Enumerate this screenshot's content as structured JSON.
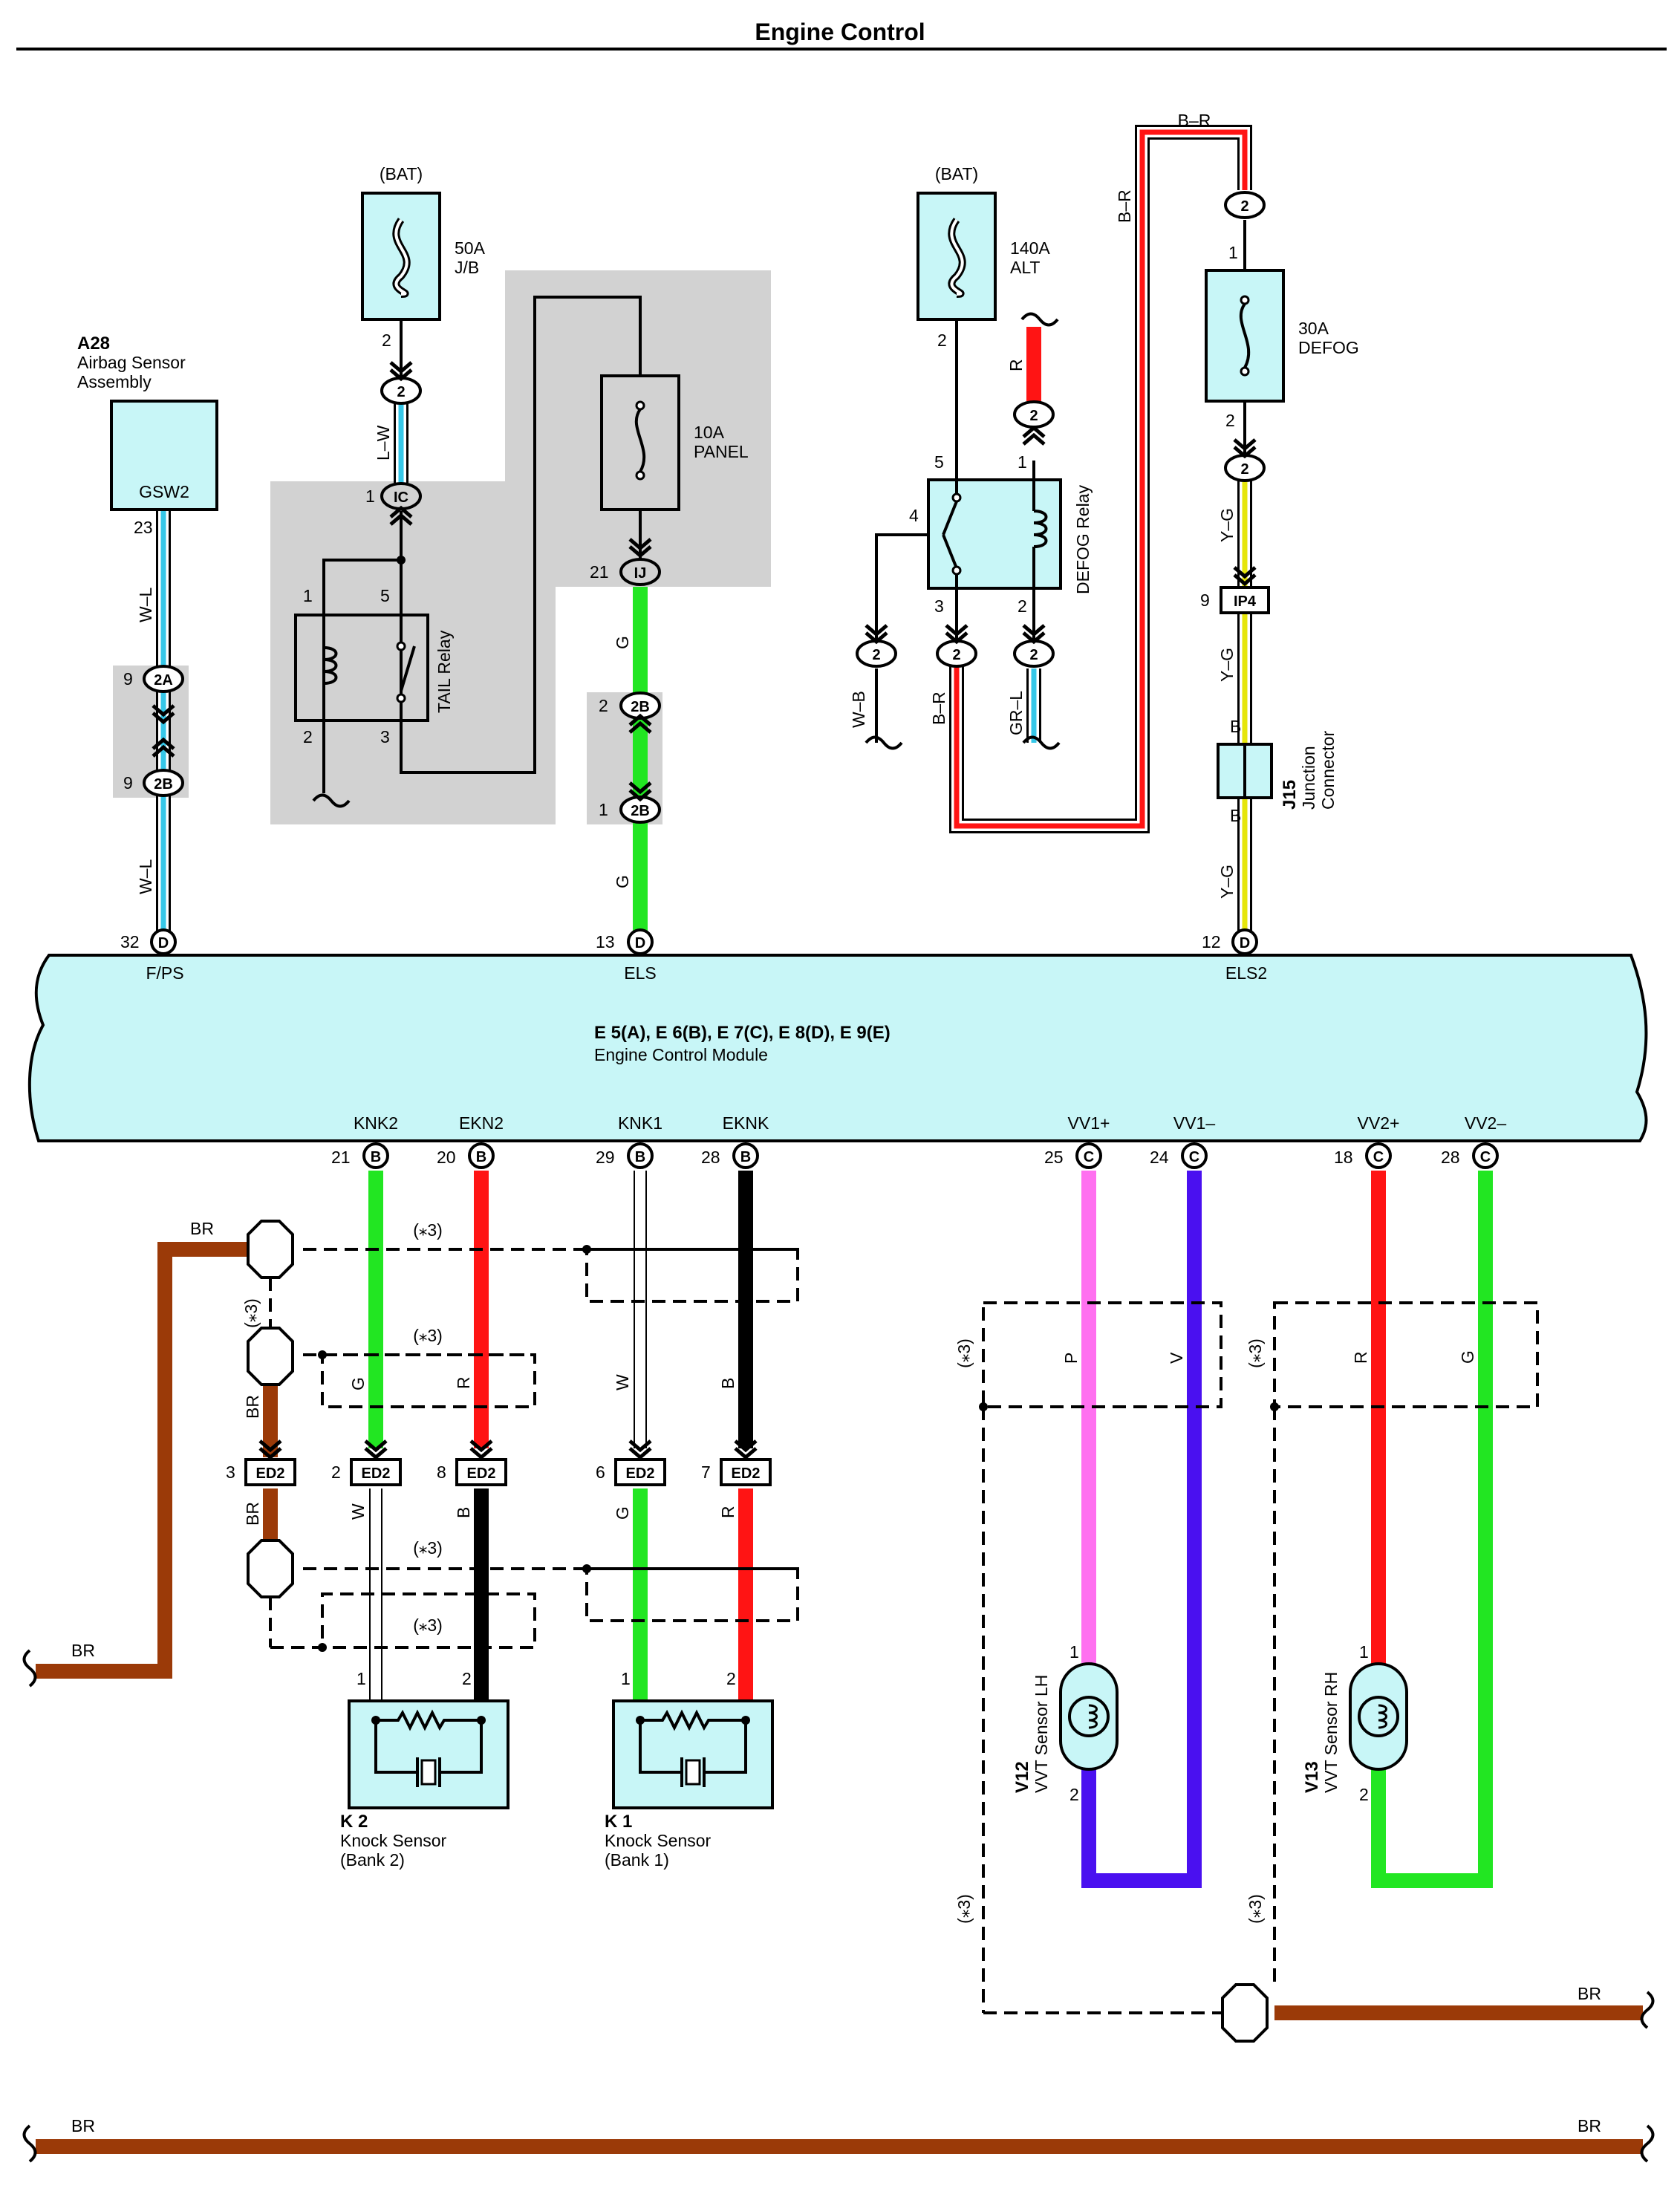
{
  "header": {
    "title": "Engine Control"
  },
  "colors": {
    "wire_lw": "#36c7e8",
    "wire_g": "#22e622",
    "wire_r": "#ff1414",
    "wire_b": "#000000",
    "wire_br": "#9b3a08",
    "wire_yg": "#e6e60a",
    "wire_p": "#ff70f0",
    "wire_v": "#4a10f0",
    "box_fill": "#c8f6f7",
    "shade": "#d2d2d2"
  },
  "fuses": {
    "j_b": {
      "source": "(BAT)",
      "rating": "50A",
      "name": "J/B"
    },
    "alt": {
      "source": "(BAT)",
      "rating": "140A",
      "name": "ALT"
    },
    "panel": {
      "rating": "10A",
      "name": "PANEL"
    },
    "defog": {
      "rating": "30A",
      "name": "DEFOG"
    }
  },
  "relays": {
    "tail": {
      "name": "TAIL Relay"
    },
    "defog": {
      "name": "DEFOG Relay"
    }
  },
  "airbag": {
    "code": "A28",
    "line1": "Airbag Sensor",
    "line2": "Assembly",
    "terminal": "GSW2"
  },
  "junction": {
    "code": "J15",
    "line1": "Junction",
    "line2": "Connector"
  },
  "ecm": {
    "codes": "E 5(A), E 6(B), E 7(C), E 8(D), E 9(E)",
    "name": "Engine Control Module",
    "top_terms": [
      "F/PS",
      "ELS",
      "ELS2"
    ],
    "bottom_terms": [
      "KNK2",
      "EKN2",
      "KNK1",
      "EKNK",
      "VV1+",
      "VV1–",
      "VV2+",
      "VV2–"
    ]
  },
  "sensors": {
    "k2": {
      "code": "K 2",
      "line1": "Knock Sensor",
      "line2": "(Bank 2)"
    },
    "k1": {
      "code": "K 1",
      "line1": "Knock Sensor",
      "line2": "(Bank 1)"
    },
    "v12": {
      "code": "V12",
      "name": "VVT Sensor LH"
    },
    "v13": {
      "code": "V13",
      "name": "VVT Sensor RH"
    }
  },
  "connectors": {
    "ic": "IC",
    "ij": "IJ",
    "c2a": "2A",
    "c2b": "2B",
    "ip4": "IP4",
    "ed2": "ED2",
    "two": "2",
    "b": "B",
    "c": "C",
    "d": "D"
  },
  "pins": {
    "p1": "1",
    "p2": "2",
    "p3": "3",
    "p4": "4",
    "p5": "5",
    "p6": "6",
    "p7": "7",
    "p8": "8",
    "p9": "9",
    "p12": "12",
    "p13": "13",
    "p18": "18",
    "p20": "20",
    "p21": "21",
    "p23": "23",
    "p24": "24",
    "p25": "25",
    "p28": "28",
    "p29": "29",
    "p32": "32"
  },
  "wire_colors": {
    "lw": "L–W",
    "wl": "W–L",
    "g": "G",
    "r": "R",
    "br_x": "B–R",
    "wb": "W–B",
    "grl": "GR–L",
    "yg": "Y–G",
    "b": "B",
    "w": "W",
    "br": "BR",
    "p": "P",
    "v": "V"
  },
  "note": "(⁎3)"
}
